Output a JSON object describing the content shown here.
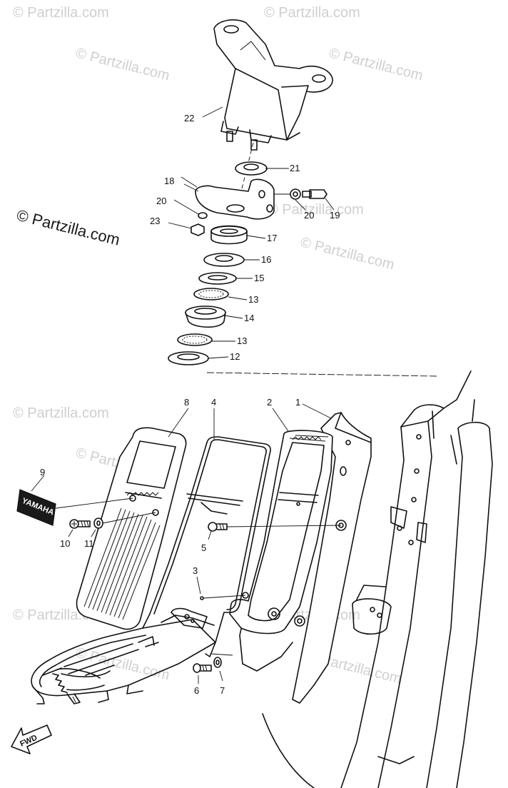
{
  "watermarks": {
    "small": "© Partzilla.com",
    "large": "© Partzilla.com"
  },
  "decal_text": "YAMAHA",
  "fwd_text": "FWD",
  "labels": [
    "22",
    "21",
    "18",
    "20",
    "20",
    "19",
    "23",
    "17",
    "16",
    "15",
    "13",
    "14",
    "13",
    "12",
    "8",
    "4",
    "2",
    "1",
    "9",
    "10",
    "11",
    "5",
    "3",
    "6",
    "7"
  ]
}
